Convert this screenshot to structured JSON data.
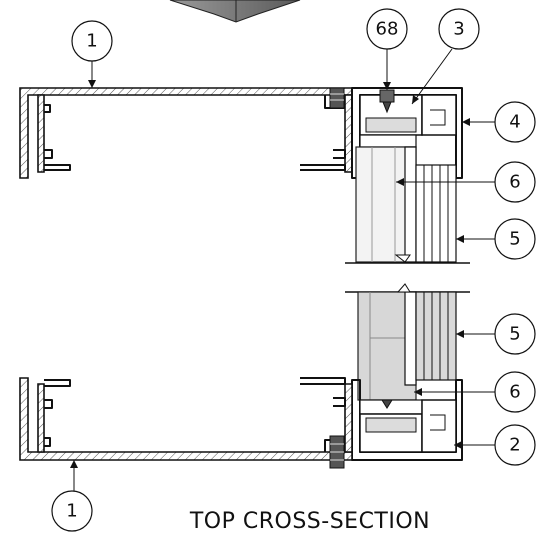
{
  "caption": "TOP CROSS-SECTION",
  "callouts": {
    "profile_top": "1",
    "screw_top": "68",
    "clip_top": "3",
    "frame_top": "4",
    "gasket_top": "6",
    "glass_top": "5",
    "glass_bottom": "5",
    "gasket_bottom": "6",
    "frame_bottom": "2",
    "profile_bottom": "1"
  }
}
